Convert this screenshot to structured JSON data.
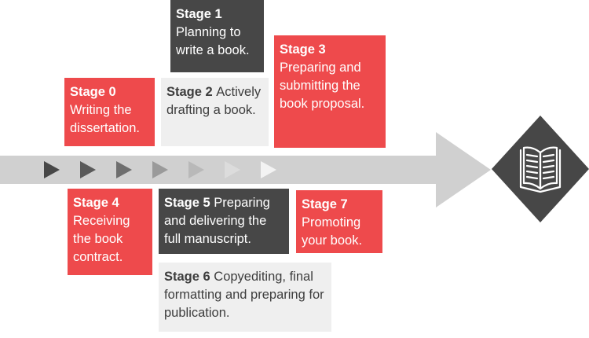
{
  "stages": [
    {
      "id": "stage-1",
      "heading": "Stage 1",
      "text": "Planning to write a book.",
      "color": "dark"
    },
    {
      "id": "stage-3",
      "heading": "Stage 3",
      "text": "Preparing and submitting the book proposal.",
      "color": "red"
    },
    {
      "id": "stage-0",
      "heading": "Stage 0",
      "text": "Writing the dissertation.",
      "color": "red"
    },
    {
      "id": "stage-2",
      "heading": "Stage 2",
      "text": "Actively drafting a book.",
      "color": "light"
    },
    {
      "id": "stage-4",
      "heading": "Stage 4",
      "text": "Receiving the book contract.",
      "color": "red"
    },
    {
      "id": "stage-5",
      "heading": "Stage 5",
      "text": "Preparing and delivering the full manuscript.",
      "color": "dark"
    },
    {
      "id": "stage-7",
      "heading": "Stage 7",
      "text": "Promoting your book.",
      "color": "red"
    },
    {
      "id": "stage-6",
      "heading": "Stage 6",
      "text": "Copyediting, final formatting and preparing for publication.",
      "color": "light"
    }
  ],
  "colors": {
    "red": "#ee4a4c",
    "dark": "#474747",
    "light": "#efefef",
    "arrow": "#d0d0d0",
    "diamond": "#474747"
  },
  "icons": {
    "endpoint": "open-book-icon",
    "progress": "chevron-right-icon"
  }
}
